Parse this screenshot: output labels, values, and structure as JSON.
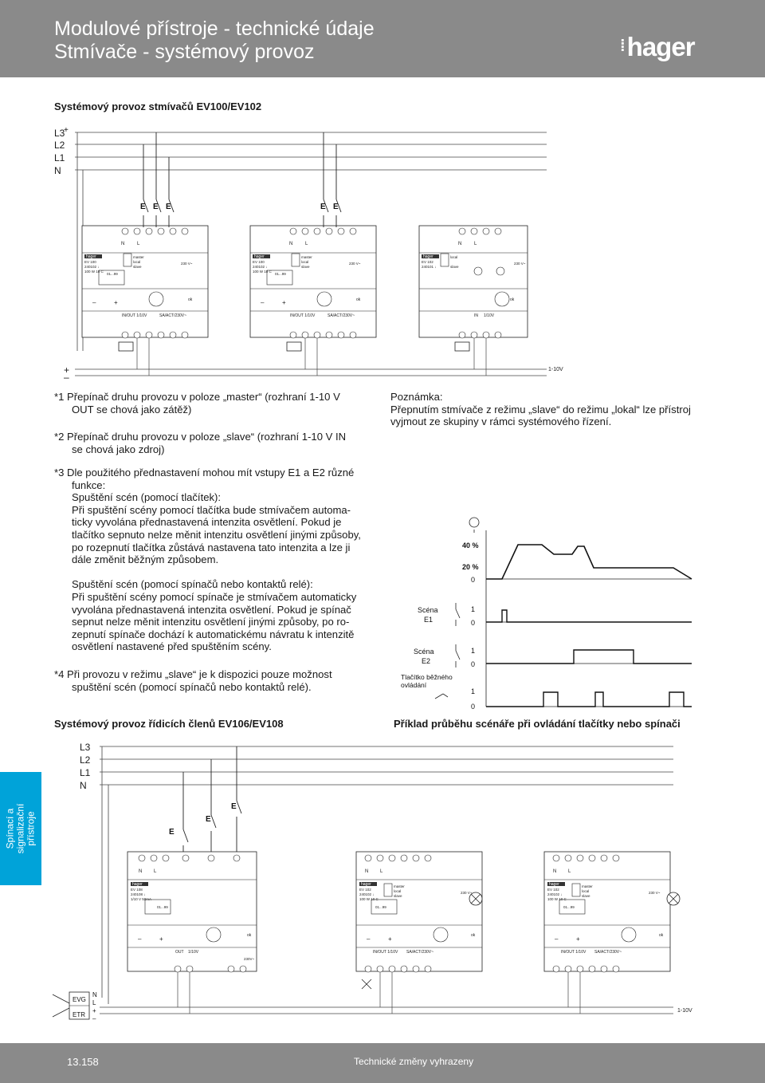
{
  "header": {
    "title_line1": "Modulové přístroje - technické údaje",
    "title_line2": "Stmívače - systémový provoz",
    "logo": "hager"
  },
  "section1": {
    "title": "Systémový provoz stmívačů EV100/EV102",
    "lines": [
      "L3",
      "L2",
      "L1",
      "N"
    ],
    "dc_plus": "+",
    "dc_minus": "–",
    "dc_label": "1-10V"
  },
  "device_text": {
    "hager": "hager",
    "ev100": "EV 100",
    "ev102": "EV 102",
    "ev106": "EV 106",
    "ev108": "EV 108",
    "ref1": "240102 ↓",
    "ref2": "240101 ↓",
    "ref3": "240108 ↓",
    "power": "100 W 10 C",
    "power2": "1/10 V 50mA",
    "master": "master",
    "local": "local",
    "slave": "slave",
    "range": "01...99",
    "v230": "230 V~",
    "in_out": "IN/OUT 1/10V",
    "sa_act": "SA/ACT/230V~",
    "in": "IN",
    "in_v": "1/10V",
    "out": "OUT",
    "out_v": "1/10V",
    "e_swit": "230V~",
    "n": "N",
    "l": "L",
    "ok": "ok"
  },
  "footnotes": {
    "n1_line1": "*1 Přepínač druhu provozu v poloze „master“ (rozhraní 1-10 V",
    "n1_line2": "OUT se chová jako zátěž)",
    "n2_line1": "*2 Přepínač druhu provozu v poloze „slave“ (rozhraní 1-10 V IN",
    "n2_line2": "se chová jako zdroj)",
    "n3_lines": [
      "*3 Dle použitého přednastavení mohou mít vstupy E1 a E2 různé",
      "funkce:",
      "Spuštění scén (pomocí tlačítek):",
      "Při spuštění scény pomocí tlačítka bude stmívačem automa-",
      "ticky vyvolána přednastavená intenzita osvětlení. Pokud je",
      "tlačítko sepnuto nelze měnit intenzitu osvětlení jinými způsoby,",
      "po rozepnutí tlačítka zůstává nastavena tato intenzita a lze ji",
      "dále změnit běžným způsobem.",
      "",
      "Spuštění scén (pomocí spínačů nebo kontaktů relé):",
      "Při spuštění scény pomocí spínače je stmívačem automaticky",
      "vyvolána přednastavená intenzita osvětlení. Pokud je spínač",
      "sepnut nelze měnit intenzitu osvětlení jinými způsoby, po ro-",
      "zepnutí spínače dochází k automatickému návratu k intenzitě",
      "osvětlení nastavené před spuštěním scény."
    ],
    "n4_line1": "*4 Při provozu v režimu „slave“ je k dispozici pouze možnost",
    "n4_line2": "spuštění scén (pomocí spínačů nebo kontaktů relé).",
    "poznamka_title": "Poznámka:",
    "poznamka_line1": "Přepnutím stmívače z režimu „slave“ do režimu „lokal“ lze přístroj",
    "poznamka_line2": "vyjmout ze skupiny v rámci systémového řízení."
  },
  "timing": {
    "title": "Příklad průběhu scénáře při ovládání tlačítky nebo spínači",
    "pct40": "40 %",
    "pct20": "20 %",
    "zero": "0",
    "one": "1",
    "scena_e1_a": "Scéna",
    "scena_e1_b": "E1",
    "scena_e2_a": "Scéna",
    "scena_e2_b": "E2",
    "tlac_a": "Tlačítko běžného",
    "tlac_b": "ovládání"
  },
  "section2": {
    "title": "Systémový provoz řídicích členů EV106/EV108",
    "lines": [
      "L3",
      "L2",
      "L1",
      "N"
    ],
    "evg": "EVG",
    "etr": "ETR",
    "n": "N",
    "l": "L",
    "plus": "+",
    "minus": "–",
    "dc_label": "1-10V"
  },
  "side_tab": {
    "line1": "Spínací a",
    "line2": "signalizační",
    "line3": "přístroje"
  },
  "footer": {
    "page": "13.158",
    "note": "Technické změny vyhrazeny"
  }
}
